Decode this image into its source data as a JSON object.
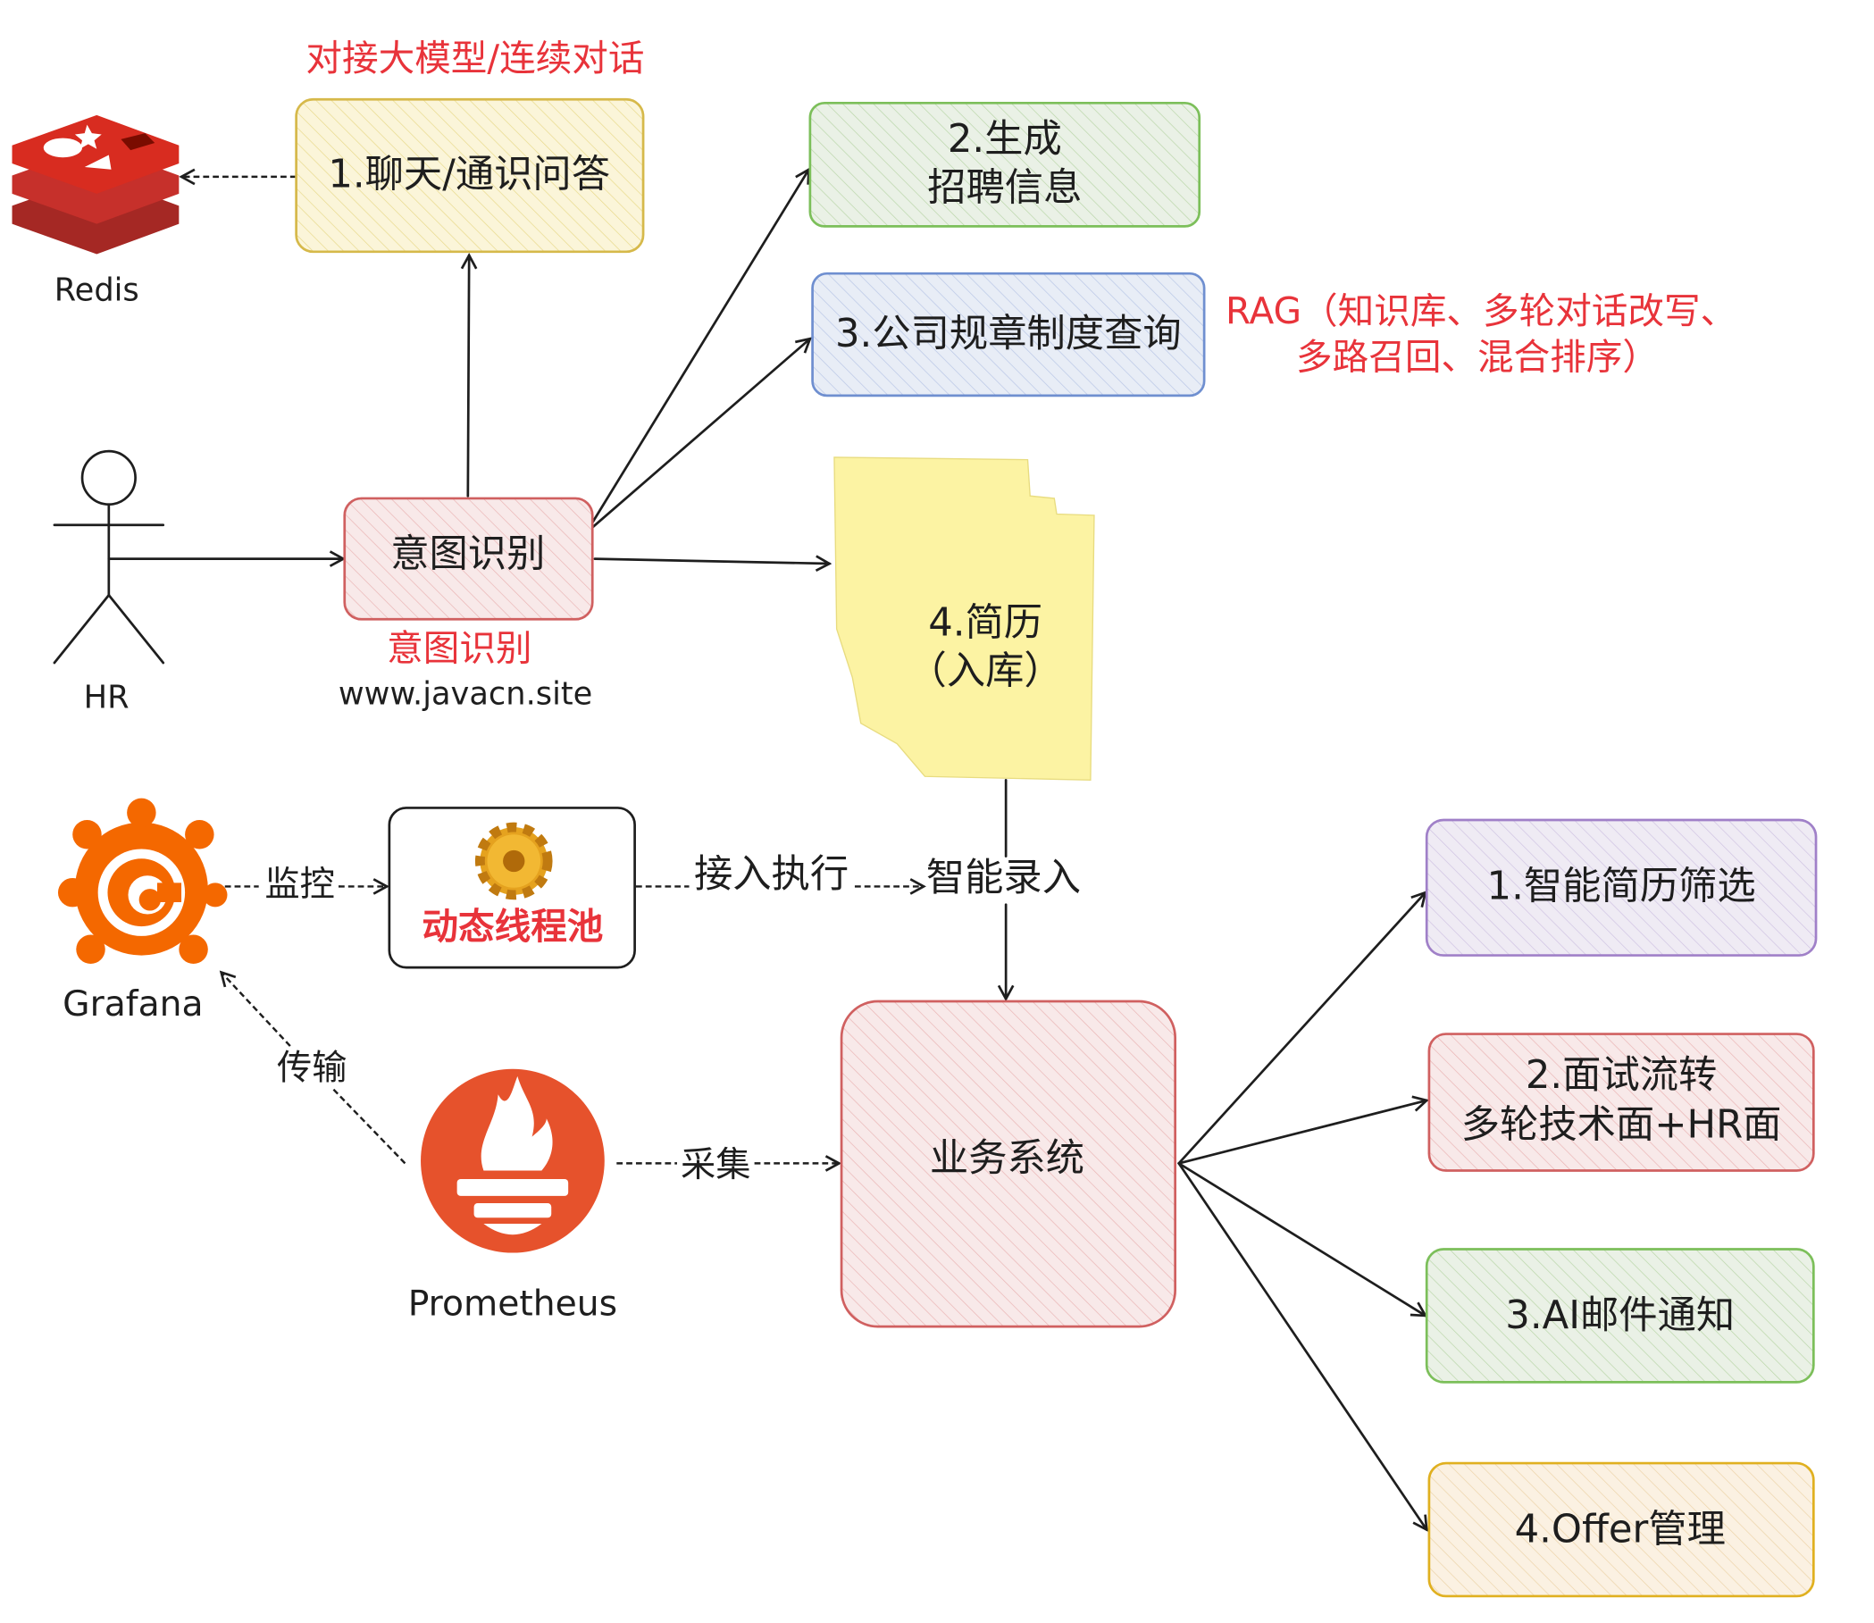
{
  "labels": {
    "llm_note": "对接大模型/连续对话",
    "redis": "Redis",
    "hr": "HR",
    "intent_note": "意图识别",
    "site": "www.javacn.site",
    "rag_line1": "RAG（知识库、多轮对话改写、",
    "rag_line2": "多路召回、混合排序）",
    "grafana": "Grafana",
    "prometheus": "Prometheus",
    "monitor": "监控",
    "access_exec": "接入执行",
    "smart_entry": "智能录入",
    "transfer": "传输",
    "collect": "采集"
  },
  "boxes": {
    "chat": "1.聊天/通识问答",
    "gen_line1": "2.生成",
    "gen_line2": "招聘信息",
    "policy": "3.公司规章制度查询",
    "intent": "意图识别",
    "resume_line1": "4.简历",
    "resume_line2": "（入库）",
    "thread_pool": "动态线程池",
    "business": "业务系统",
    "screening": "1.智能简历筛选",
    "interview_line1": "2.面试流转",
    "interview_line2": "多轮技术面+HR面",
    "email": "3.AI邮件通知",
    "offer": "4.Offer管理"
  },
  "colors": {
    "accent_red": "#e8333a",
    "redis": "#c6302b",
    "grafana": "#f46800",
    "prometheus": "#e6522c"
  }
}
